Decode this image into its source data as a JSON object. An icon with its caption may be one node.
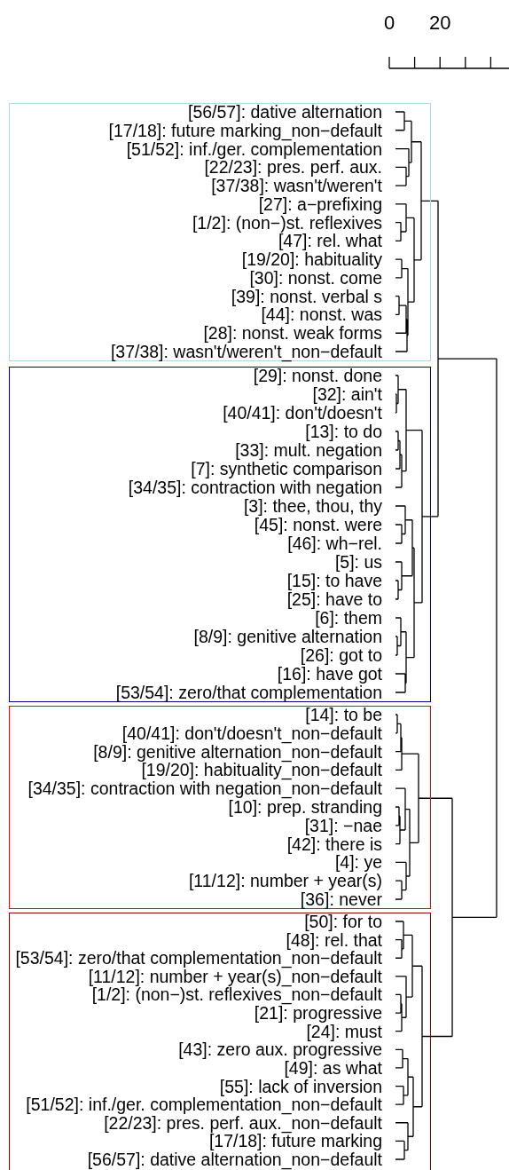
{
  "diagram": {
    "nodes": [
      {
        "text": [],
        "shape": "box"
      },
      {
        "text": [
          "[56/57]: dative alternation"
        ],
        "in": 0
      },
      {
        "text": [
          "[17/18]: future marking_non−default"
        ],
        "in": 0
      },
      {
        "text": [
          "[51/52]: inf./ger. complementation"
        ],
        "in": 0
      },
      {
        "text": [
          "[22/23]: pres. perf. aux."
        ],
        "in": 0
      },
      {
        "text": [
          "[37/38]: wasn't/weren't"
        ],
        "in": 0
      },
      {
        "text": [
          "[27]: a−prefixing"
        ],
        "in": 0
      },
      {
        "text": [
          "[1/2]: (non−)st. reflexives"
        ],
        "in": 0
      },
      {
        "text": [
          "[47]: rel. what"
        ],
        "in": 0
      },
      {
        "text": [
          "[19/20]: habituality"
        ],
        "in": 0
      },
      {
        "text": [
          "[30]: nonst. come"
        ],
        "in": 0
      },
      {
        "text": [
          "[39]: nonst. verbal s"
        ],
        "in": 0
      },
      {
        "text": [
          "[44]: nonst. was"
        ],
        "in": 0
      },
      {
        "text": [
          "[28]: nonst. weak forms"
        ],
        "in": 0
      },
      {
        "text": [
          "[37/38]: wasn't/weren't_non−default"
        ],
        "in": 0
      },
      {
        "text": [],
        "shape": "box"
      },
      {
        "text": [
          "[29]: nonst. done"
        ],
        "in": 15
      },
      {
        "text": [
          "[32]: ain't"
        ],
        "in": 15
      },
      {
        "text": [
          "[40/41]: don't/doesn't"
        ],
        "in": 15
      },
      {
        "text": [
          "[13]: to do"
        ],
        "in": 15
      },
      {
        "text": [
          "[33]: mult. negation"
        ],
        "in": 15
      },
      {
        "text": [
          "[7]: synthetic comparison"
        ],
        "in": 15
      },
      {
        "text": [
          "[34/35]: contraction with negation"
        ],
        "in": 15
      },
      {
        "text": [
          "[3]: thee, thou, thy"
        ],
        "in": 15
      },
      {
        "text": [
          "[45]: nonst. were"
        ],
        "in": 15
      },
      {
        "text": [
          "[46]: wh−rel."
        ],
        "in": 15
      },
      {
        "text": [
          "[5]: us"
        ],
        "in": 15
      },
      {
        "text": [
          "[15]: to have"
        ],
        "in": 15
      },
      {
        "text": [
          "[25]: have to"
        ],
        "in": 15
      },
      {
        "text": [
          "[6]: them"
        ],
        "in": 15
      },
      {
        "text": [
          "[8/9]: genitive alternation"
        ],
        "in": 15
      },
      {
        "text": [
          "[26]: got to"
        ],
        "in": 15
      },
      {
        "text": [
          "[16]: have got"
        ],
        "in": 15
      },
      {
        "text": [
          "[53/54]: zero/that complementation"
        ],
        "in": 15
      },
      {
        "text": [],
        "shape": "box"
      },
      {
        "text": [
          "[14]: to be"
        ],
        "in": 34
      },
      {
        "text": [
          "[40/41]: don't/doesn't_non−default"
        ],
        "in": 34
      },
      {
        "text": [
          "[8/9]: genitive alternation_non−default"
        ],
        "in": 34
      },
      {
        "text": [
          "[19/20]: habituality_non−default"
        ],
        "in": 34
      },
      {
        "text": [
          "[34/35]: contraction with negation_non−default"
        ],
        "in": 34
      },
      {
        "text": [
          "[10]: prep. stranding"
        ],
        "in": 34
      },
      {
        "text": [
          "[31]: −nae"
        ],
        "in": 34
      },
      {
        "text": [
          "[42]: there is"
        ],
        "in": 34
      },
      {
        "text": [
          "[4]: ye"
        ],
        "in": 34
      },
      {
        "text": [
          "[11/12]: number + year(s)"
        ],
        "in": 34
      },
      {
        "text": [
          "[36]: never"
        ],
        "in": 34
      },
      {
        "text": [],
        "shape": "box"
      },
      {
        "text": [
          "[50]: for to"
        ],
        "in": 46
      },
      {
        "text": [
          "[48]: rel. that"
        ],
        "in": 46
      },
      {
        "text": [
          "[53/54]: zero/that complementation_non−default"
        ],
        "in": 46
      },
      {
        "text": [
          "[11/12]: number + year(s)_non−default"
        ],
        "in": 46
      },
      {
        "text": [
          "[1/2]: (non−)st. reflexives_non−default"
        ],
        "in": 46
      },
      {
        "text": [
          "[21]: progressive"
        ],
        "in": 46
      },
      {
        "text": [
          "[24]: must"
        ],
        "in": 46
      },
      {
        "text": [
          "[43]: zero aux. progressive"
        ],
        "in": 46
      },
      {
        "text": [
          "[49]: as what"
        ],
        "in": 46
      },
      {
        "text": [
          "[55]: lack of inversion"
        ],
        "in": 46
      },
      {
        "text": [
          "[51/52]: inf./ger. complementation_non−default"
        ],
        "in": 46
      },
      {
        "text": [
          "[22/23]: pres. perf. aux._non−default"
        ],
        "in": 46
      },
      {
        "text": [
          "[17/18]: future marking"
        ],
        "in": 46
      },
      {
        "text": [
          "[56/57]: dative alternation_non−default"
        ],
        "in": 46
      }
    ],
    "edges": [],
    "labels": [
      "0",
      "20"
    ]
  }
}
